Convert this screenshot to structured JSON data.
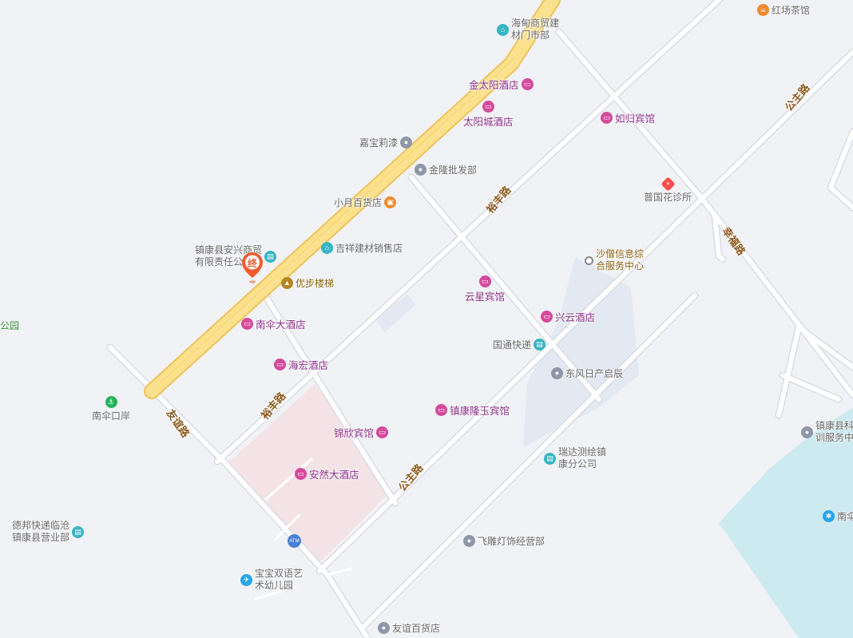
{
  "colors": {
    "background": "#f1f2f6",
    "road": "#ffffff",
    "road_outline": "#d9dce3",
    "highway": "#fbe18d",
    "highway_outline": "#f0c35a",
    "water": "#cdeaf0",
    "block_pink": "#f4e3e6",
    "block_blue": "#e2e9f2",
    "marker": "#f25a2c"
  },
  "roads": [
    {
      "id": "gongzhu-1",
      "label": "公主路"
    },
    {
      "id": "gongzhu-2",
      "label": "公主路"
    },
    {
      "id": "yufeng-1",
      "label": "裕丰路"
    },
    {
      "id": "yufeng-2",
      "label": "裕丰路"
    },
    {
      "id": "xingfu",
      "label": "幸福路"
    },
    {
      "id": "youyi",
      "label": "友谊路"
    }
  ],
  "pois": [
    {
      "id": "haidian-mart",
      "label": "海甸商贸建\n材门市部",
      "icon": "home-icon"
    },
    {
      "id": "hongchang-tea",
      "label": "红场茶馆",
      "icon": "teahouse-icon"
    },
    {
      "id": "jintaiyang-hotel",
      "label": "金太阳酒店",
      "icon": "hotel-icon"
    },
    {
      "id": "taiyangcheng-hotel",
      "label": "太阳城酒店",
      "icon": "hotel-icon"
    },
    {
      "id": "rugui-hotel",
      "label": "如归宾馆",
      "icon": "hotel-icon"
    },
    {
      "id": "jiabao-paint",
      "label": "嘉宝莉漆",
      "icon": "place-icon"
    },
    {
      "id": "jinlong-wholesale",
      "label": "金隆批发部",
      "icon": "place-icon"
    },
    {
      "id": "puguohua-clinic",
      "label": "普国花诊所",
      "icon": "clinic-icon"
    },
    {
      "id": "xiaoyue-store",
      "label": "小月百货店",
      "icon": "shop-icon"
    },
    {
      "id": "jixiang-building",
      "label": "吉祥建材销售店",
      "icon": "home-icon"
    },
    {
      "id": "anxing-trade",
      "label": "镇康县安兴商贸\n有限责任公",
      "icon": "company-icon"
    },
    {
      "id": "youbu-elevator",
      "label": "优步楼梯",
      "icon": "building-icon"
    },
    {
      "id": "shaseng-center",
      "label": "沙僧信息综\n合服务中心",
      "icon": "dot-icon"
    },
    {
      "id": "yunxing-hotel",
      "label": "云星宾馆",
      "icon": "hotel-icon"
    },
    {
      "id": "nansan-hotel",
      "label": "南伞大酒店",
      "icon": "hotel-icon"
    },
    {
      "id": "xingyun-hotel",
      "label": "兴云酒店",
      "icon": "hotel-icon"
    },
    {
      "id": "guotong-express",
      "label": "国通快递",
      "icon": "company-icon"
    },
    {
      "id": "haihong-hotel",
      "label": "海宏酒店",
      "icon": "hotel-icon"
    },
    {
      "id": "dongfeng-qichen",
      "label": "东风日产启辰",
      "icon": "place-icon"
    },
    {
      "id": "park",
      "label": "公园",
      "icon": ""
    },
    {
      "id": "nansan-port",
      "label": "南伞口岸",
      "icon": "port-icon"
    },
    {
      "id": "longyu-hotel",
      "label": "镇康隆玉宾馆",
      "icon": "hotel-icon"
    },
    {
      "id": "jinxin-hotel",
      "label": "锦欣宾馆",
      "icon": "hotel-icon"
    },
    {
      "id": "zhenkang-training",
      "label": "镇康县科\n训服务中",
      "icon": "place-icon"
    },
    {
      "id": "ruida-survey",
      "label": "瑞达测绘镇\n康分公司",
      "icon": "company-icon"
    },
    {
      "id": "anran-hotel",
      "label": "安然大酒店",
      "icon": "hotel-icon"
    },
    {
      "id": "nansan-right",
      "label": "南伞",
      "icon": "scenic-icon"
    },
    {
      "id": "debang-express",
      "label": "德邦快递临沧\n镇康县营业部",
      "icon": "company-icon"
    },
    {
      "id": "atm",
      "label": "ATM",
      "icon": "atm-icon"
    },
    {
      "id": "feidiao-lighting",
      "label": "飞雕灯饰经营部",
      "icon": "place-icon"
    },
    {
      "id": "baobao-kindergarten",
      "label": "宝宝双语艺\n术幼儿园",
      "icon": "school-icon"
    },
    {
      "id": "youyi-store",
      "label": "友谊百货店",
      "icon": "place-icon"
    }
  ],
  "end_marker": {
    "label": "终"
  }
}
